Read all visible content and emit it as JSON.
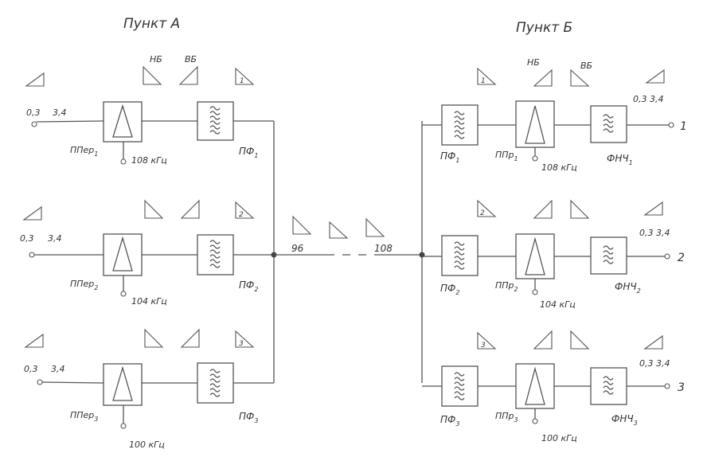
{
  "station_a": {
    "title": "Пункт А"
  },
  "station_b": {
    "title": "Пункт Б"
  },
  "spectrum": {
    "nb": "НБ",
    "vb": "ВБ"
  },
  "input_band": {
    "low": "0,3",
    "high": "3,4"
  },
  "line": {
    "low_freq": "96",
    "high_freq": "108"
  },
  "channels_a": [
    {
      "mark": "1",
      "modulator": "ППер",
      "sub": "1",
      "carrier": "108 кГц",
      "filter": "ПФ",
      "filter_sub": "1"
    },
    {
      "mark": "2",
      "modulator": "ППер",
      "sub": "2",
      "carrier": "104 кГц",
      "filter": "ПФ",
      "filter_sub": "2"
    },
    {
      "mark": "3",
      "modulator": "ППер",
      "sub": "3",
      "carrier": "100 кГц",
      "filter": "ПФ",
      "filter_sub": "3"
    }
  ],
  "channels_b": [
    {
      "mark": "1",
      "filter": "ПФ",
      "filter_sub": "1",
      "demod": "ППр",
      "demod_sub": "1",
      "carrier": "108 кГц",
      "lpf": "ФНЧ",
      "lpf_sub": "1",
      "output": "1",
      "band": "0,3 3,4"
    },
    {
      "mark": "2",
      "filter": "ПФ",
      "filter_sub": "2",
      "demod": "ППр",
      "demod_sub": "2",
      "carrier": "104 кГц",
      "lpf": "ФНЧ",
      "lpf_sub": "2",
      "output": "2",
      "band": "0,3 3,4"
    },
    {
      "mark": "3",
      "filter": "ПФ",
      "filter_sub": "3",
      "demod": "ППр",
      "demod_sub": "3",
      "carrier": "100 кГц",
      "lpf": "ФНЧ",
      "lpf_sub": "3",
      "output": "3",
      "band": "0,3 3,4"
    }
  ]
}
